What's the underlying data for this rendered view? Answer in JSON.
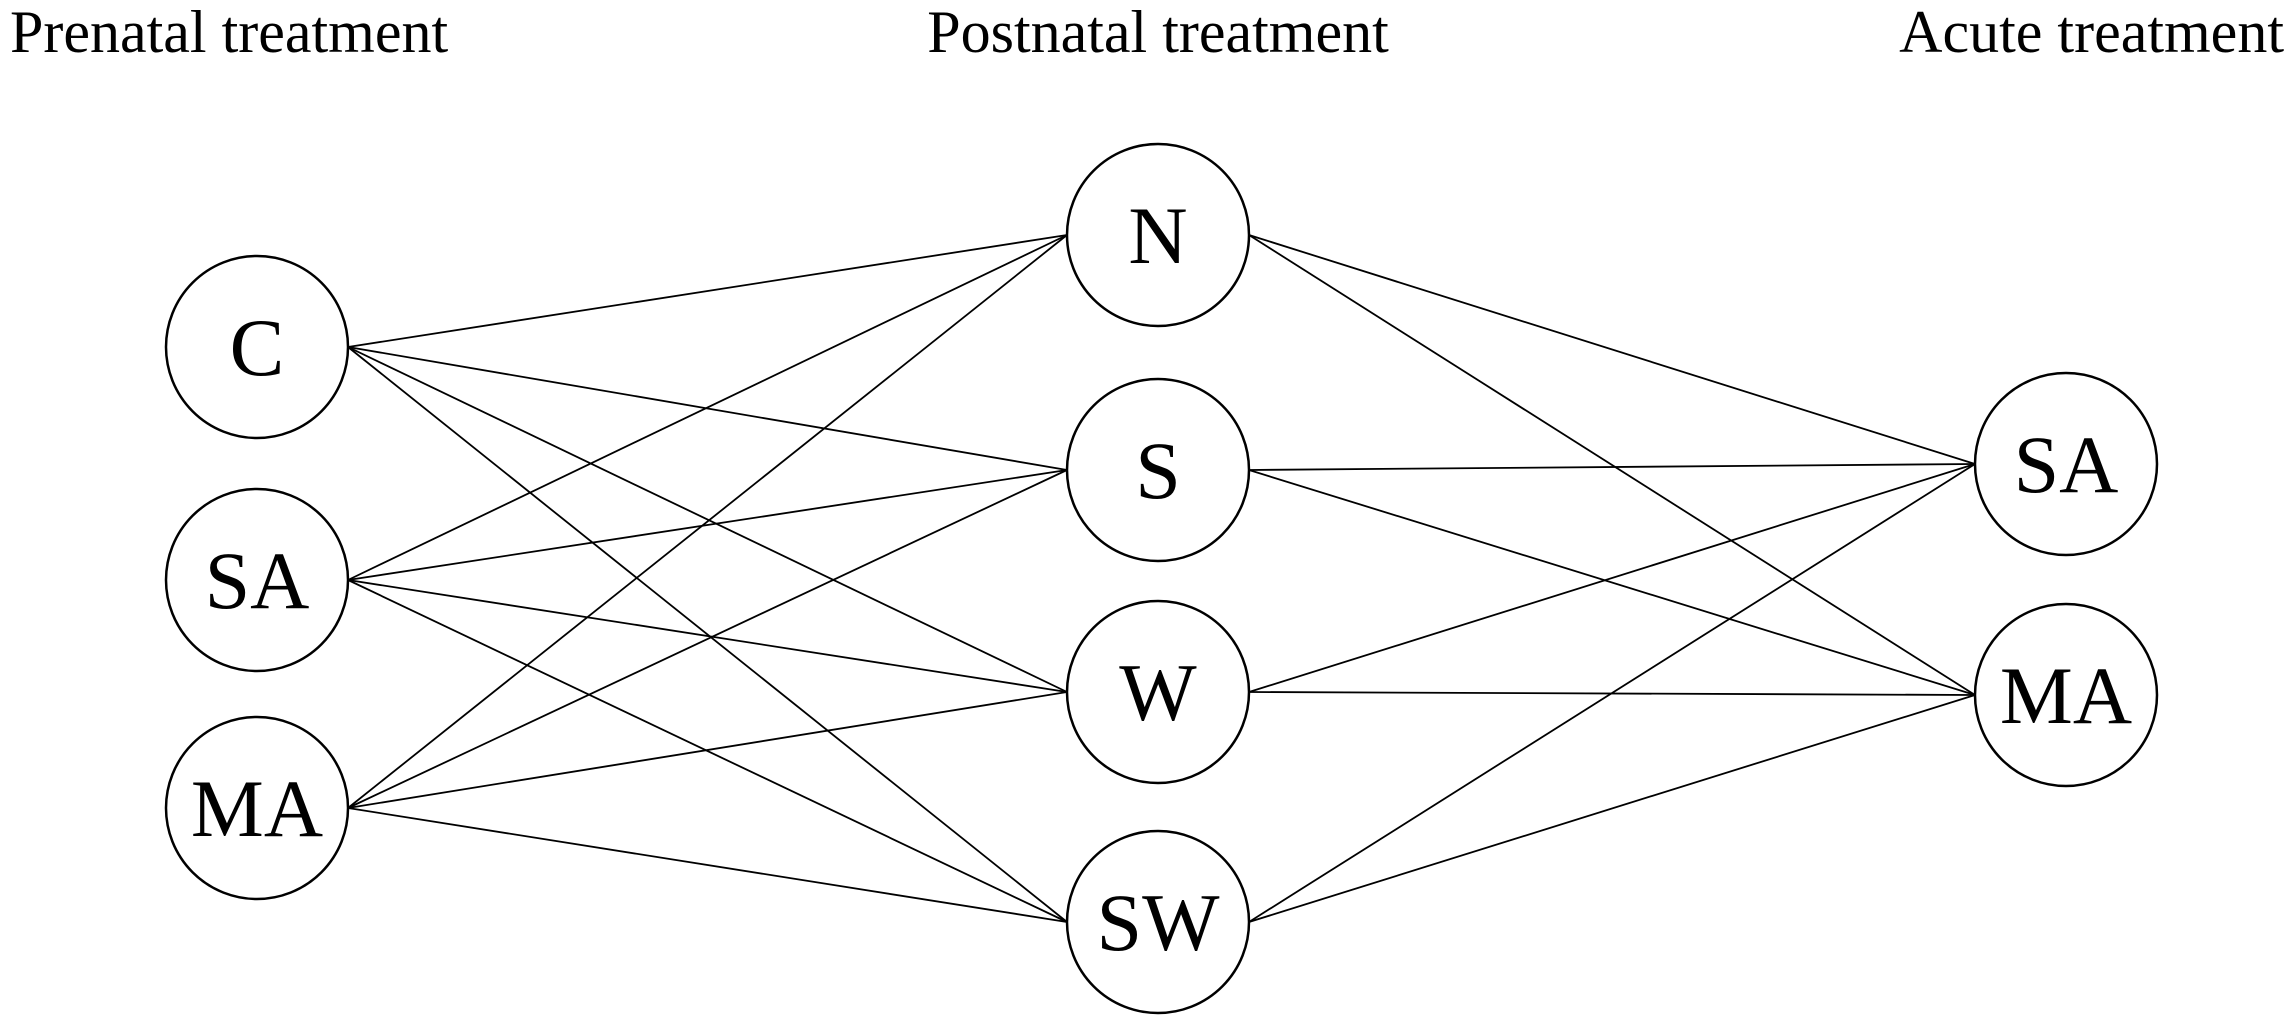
{
  "columns": [
    {
      "id": "prenatal",
      "title": "Prenatal treatment",
      "nodes": [
        {
          "id": "pre-c",
          "label": "C"
        },
        {
          "id": "pre-sa",
          "label": "SA"
        },
        {
          "id": "pre-ma",
          "label": "MA"
        }
      ]
    },
    {
      "id": "postnatal",
      "title": "Postnatal treatment",
      "nodes": [
        {
          "id": "post-n",
          "label": "N"
        },
        {
          "id": "post-s",
          "label": "S"
        },
        {
          "id": "post-w",
          "label": "W"
        },
        {
          "id": "post-sw",
          "label": "SW"
        }
      ]
    },
    {
      "id": "acute",
      "title": "Acute treatment",
      "nodes": [
        {
          "id": "acute-sa",
          "label": "SA"
        },
        {
          "id": "acute-ma",
          "label": "MA"
        }
      ]
    }
  ],
  "edges": [
    [
      "pre-c",
      "post-n"
    ],
    [
      "pre-c",
      "post-s"
    ],
    [
      "pre-c",
      "post-w"
    ],
    [
      "pre-c",
      "post-sw"
    ],
    [
      "pre-sa",
      "post-n"
    ],
    [
      "pre-sa",
      "post-s"
    ],
    [
      "pre-sa",
      "post-w"
    ],
    [
      "pre-sa",
      "post-sw"
    ],
    [
      "pre-ma",
      "post-n"
    ],
    [
      "pre-ma",
      "post-s"
    ],
    [
      "pre-ma",
      "post-w"
    ],
    [
      "pre-ma",
      "post-sw"
    ],
    [
      "post-n",
      "acute-sa"
    ],
    [
      "post-n",
      "acute-ma"
    ],
    [
      "post-s",
      "acute-sa"
    ],
    [
      "post-s",
      "acute-ma"
    ],
    [
      "post-w",
      "acute-sa"
    ],
    [
      "post-w",
      "acute-ma"
    ],
    [
      "post-sw",
      "acute-sa"
    ],
    [
      "post-sw",
      "acute-ma"
    ]
  ]
}
